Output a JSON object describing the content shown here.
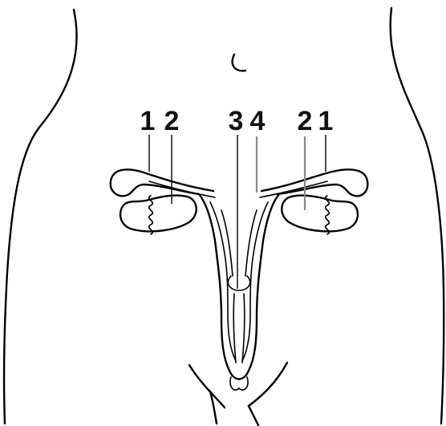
{
  "labels": {
    "left_1": "1",
    "left_2": "2",
    "center_3": "3",
    "center_4": "4",
    "right_2": "2",
    "right_1": "1"
  },
  "colors": {
    "line": "#000000",
    "grey_pointer": "#8a8a8a",
    "background": "#ffffff"
  }
}
